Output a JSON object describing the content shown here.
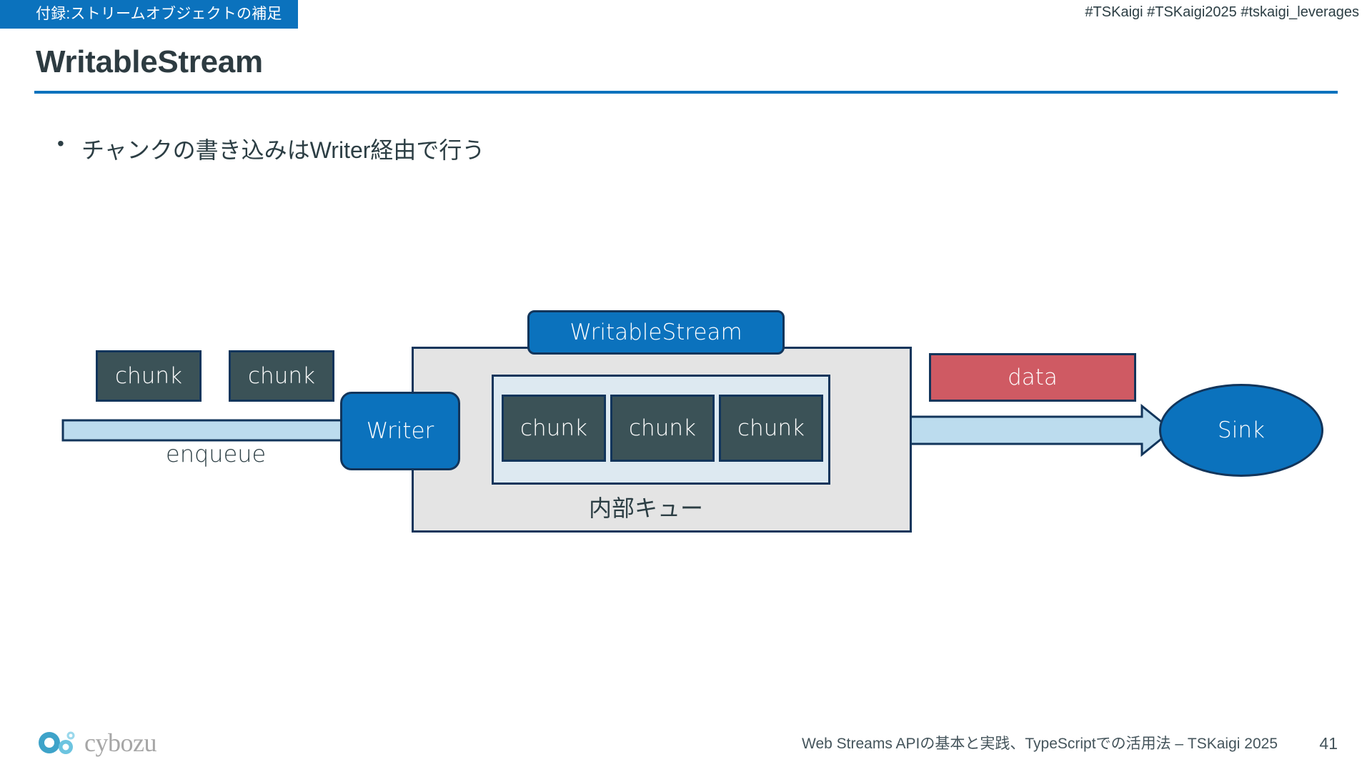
{
  "header": {
    "section_tag": "付録:ストリームオブジェクトの補足",
    "hashtags": "#TSKaigi #TSKaigi2025 #tskaigi_leverages",
    "title": "WritableStream",
    "accent_color": "#0b72bd"
  },
  "body": {
    "bullet_marker": "•",
    "bullets": [
      "チャンクの書き込みはWriter経由で行う"
    ]
  },
  "diagram": {
    "incoming_chunks": [
      "chunk",
      "chunk"
    ],
    "enqueue_label": "enqueue",
    "writer_label": "Writer",
    "stream_label": "WritableStream",
    "queue_chunks": [
      "chunk",
      "chunk",
      "chunk"
    ],
    "queue_caption": "内部キュー",
    "data_label": "data",
    "sink_label": "Sink",
    "colors": {
      "chunk_fill": "#3b5257",
      "outline": "#12355b",
      "blue_fill": "#0b72bd",
      "container_fill": "#e4e4e4",
      "queue_fill": "#dde9f1",
      "arrow_fill": "#bcdcee",
      "data_fill": "#cf5a63"
    }
  },
  "footer": {
    "note": "Web Streams APIの基本と実践、TypeScriptでの活用法 – TSKaigi 2025",
    "page_number": "41",
    "logo_text": "cybozu"
  }
}
